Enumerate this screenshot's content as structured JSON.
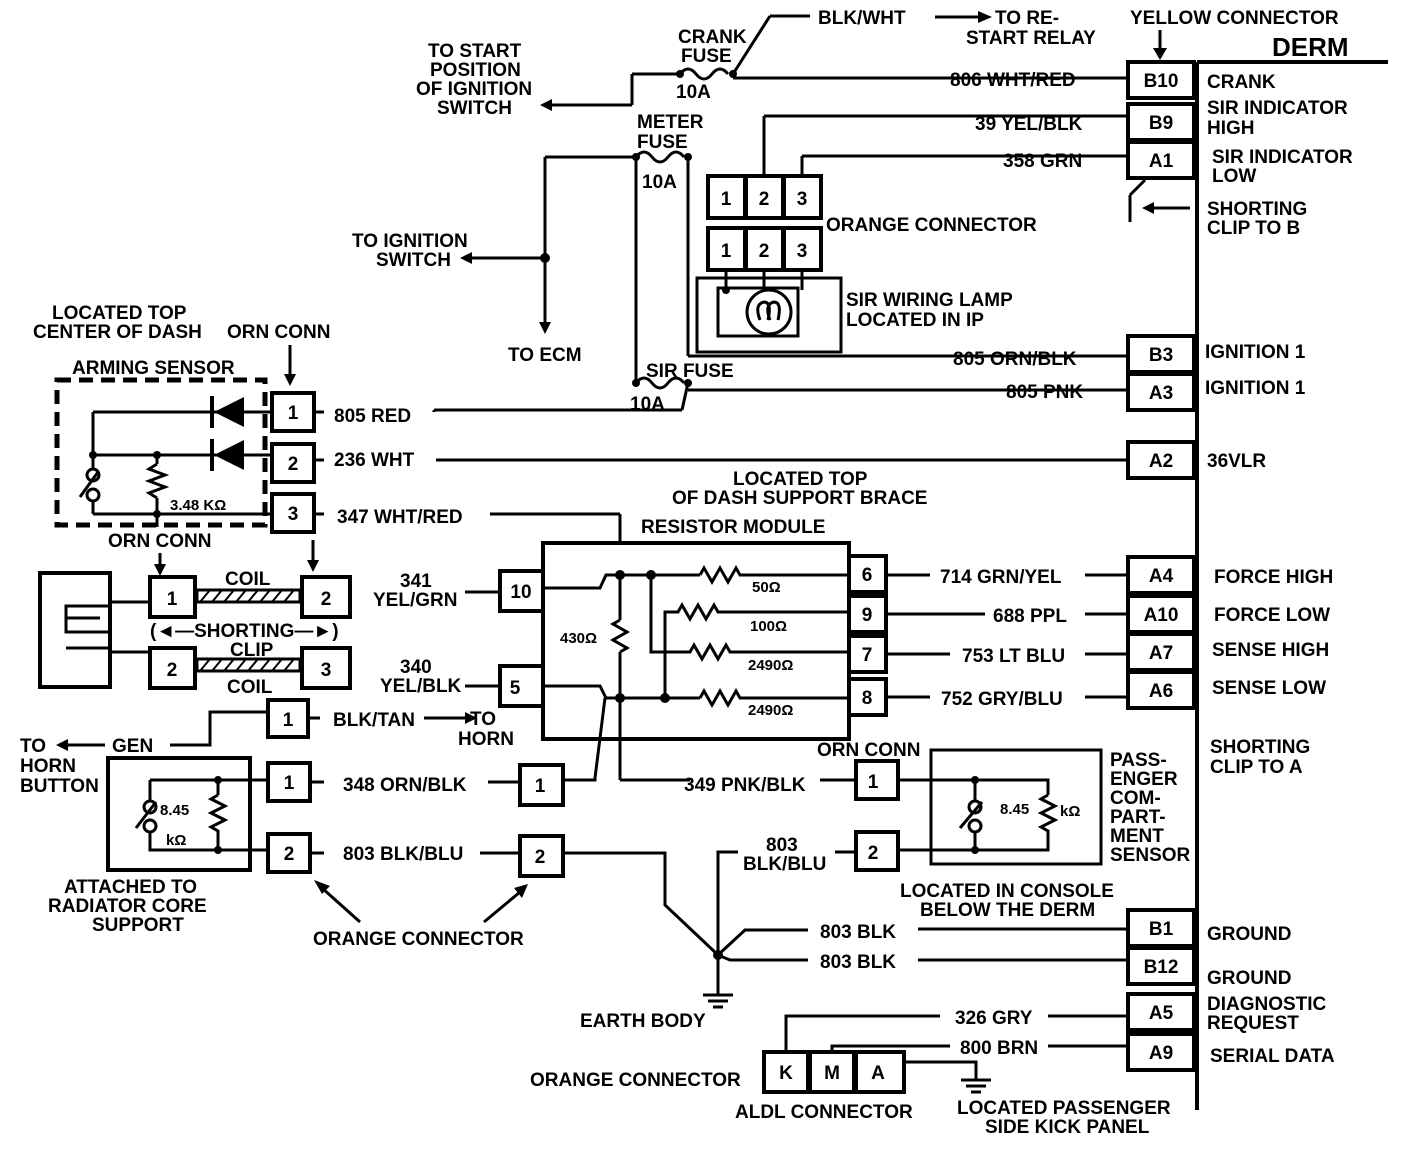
{
  "derm": {
    "title": "DERM",
    "connector": "YELLOW CONNECTOR",
    "pins": [
      {
        "pin": "B10",
        "wire": "806  WHT/RED",
        "func": [
          "CRANK"
        ]
      },
      {
        "pin": "B9",
        "wire": "39  YEL/BLK",
        "func": [
          "SIR INDICATOR",
          "HIGH"
        ]
      },
      {
        "pin": "A1",
        "wire": "358  GRN",
        "func": [
          "SIR INDICATOR",
          "LOW"
        ]
      },
      {
        "pin": "B3",
        "wire": "805 ORN/BLK",
        "func": [
          "IGNITION 1"
        ]
      },
      {
        "pin": "A3",
        "wire": "805 PNK",
        "func": [
          "IGNITION 1"
        ]
      },
      {
        "pin": "A2",
        "wire": "",
        "func": [
          "36VLR"
        ]
      },
      {
        "pin": "A4",
        "wire": "714 GRN/YEL",
        "func": [
          "FORCE HIGH"
        ]
      },
      {
        "pin": "A10",
        "wire": "688 PPL",
        "func": [
          "FORCE LOW"
        ]
      },
      {
        "pin": "A7",
        "wire": "753 LT BLU",
        "func": [
          "SENSE HIGH"
        ]
      },
      {
        "pin": "A6",
        "wire": "752 GRY/BLU",
        "func": [
          "SENSE LOW"
        ]
      },
      {
        "pin": "B1",
        "wire": "803 BLK",
        "func": [
          "GROUND"
        ]
      },
      {
        "pin": "B12",
        "wire": "803 BLK",
        "func": [
          "GROUND"
        ]
      },
      {
        "pin": "A5",
        "wire": "326 GRY",
        "func": [
          "DIAGNOSTIC",
          "REQUEST"
        ]
      },
      {
        "pin": "A9",
        "wire": "800 BRN",
        "func": [
          "SERIAL DATA"
        ]
      }
    ],
    "shorting_clip_b": [
      "SHORTING",
      "CLIP TO B"
    ],
    "shorting_clip_a": [
      "SHORTING",
      "CLIP TO A"
    ]
  },
  "top": {
    "blk_wht": "BLK/WHT",
    "to_restart": [
      "TO RE-",
      "START RELAY"
    ],
    "crank_fuse": [
      "CRANK",
      "FUSE",
      "10A"
    ],
    "to_start_position": [
      "TO START",
      "POSITION",
      "OF IGNITION",
      "SWITCH"
    ],
    "meter_fuse": [
      "METER",
      "FUSE",
      "10A"
    ],
    "to_ignition_switch": [
      "TO IGNITION",
      "SWITCH"
    ],
    "to_ecm": "TO ECM",
    "orange_connector": "ORANGE CONNECTOR",
    "orange_pins": [
      "1",
      "2",
      "3"
    ],
    "sir_lamp": [
      "SIR WIRING LAMP",
      "LOCATED IN IP"
    ],
    "sir_fuse": [
      "SIR FUSE",
      "10A"
    ]
  },
  "arming": {
    "location": [
      "LOCATED TOP",
      "CENTER OF DASH"
    ],
    "orn_conn": "ORN CONN",
    "title": "ARMING SENSOR",
    "resistor": "3.48 KΩ",
    "pins": [
      "1",
      "2",
      "3"
    ],
    "wires": [
      "805  RED",
      "236 WHT",
      "347 WHT/RED"
    ]
  },
  "coil": {
    "orn_conn": "ORN CONN",
    "coil_label": "COIL",
    "shorting": "(◄—SHORTING—►)",
    "clip": "CLIP",
    "pins_left": [
      "1",
      "2"
    ],
    "pins_right": [
      "2",
      "3"
    ],
    "wire_341": [
      "341",
      "YEL/GRN"
    ],
    "wire_340": [
      "340",
      "YEL/BLK"
    ]
  },
  "resistor_module": {
    "location": [
      "LOCATED TOP",
      "OF DASH SUPPORT BRACE"
    ],
    "title": "RESISTOR MODULE",
    "left_pins": [
      "10",
      "5"
    ],
    "right_pins": [
      "6",
      "9",
      "7",
      "8"
    ],
    "resistors": [
      "50Ω",
      "100Ω",
      "2490Ω",
      "2490Ω"
    ],
    "center_res": "430Ω"
  },
  "horn": {
    "pin": "1",
    "wire": "BLK/TAN",
    "to_horn": [
      "TO",
      "HORN"
    ],
    "gen": "GEN",
    "to_horn_button": [
      "TO",
      "HORN",
      "BUTTON"
    ]
  },
  "front_sensor": {
    "resistor": "8.45",
    "kohm": "kΩ",
    "pins": [
      "1",
      "2"
    ],
    "wires": [
      "348 ORN/BLK",
      "803 BLK/BLU"
    ],
    "inline_pins": [
      "1",
      "2"
    ],
    "location": [
      "ATTACHED TO",
      "RADIATOR CORE",
      "SUPPORT"
    ],
    "orange_connector": "ORANGE CONNECTOR"
  },
  "passenger_sensor": {
    "orn_conn": "ORN CONN",
    "wire_349": "349 PNK/BLK",
    "wire_803": [
      "803",
      "BLK/BLU"
    ],
    "pins": [
      "1",
      "2"
    ],
    "resistor": "8.45",
    "kohm": "kΩ",
    "title": [
      "PASS-",
      "ENGER",
      "COM-",
      "PART-",
      "MENT",
      "SENSOR"
    ],
    "location": [
      "LOCATED IN CONSOLE",
      "BELOW THE DERM"
    ]
  },
  "ground": {
    "label": "EARTH BODY"
  },
  "aldl": {
    "pins": [
      "K",
      "M",
      "A"
    ],
    "orange_connector": "ORANGE CONNECTOR",
    "name": "ALDL CONNECTOR",
    "location": [
      "LOCATED PASSENGER",
      "SIDE KICK PANEL"
    ]
  }
}
